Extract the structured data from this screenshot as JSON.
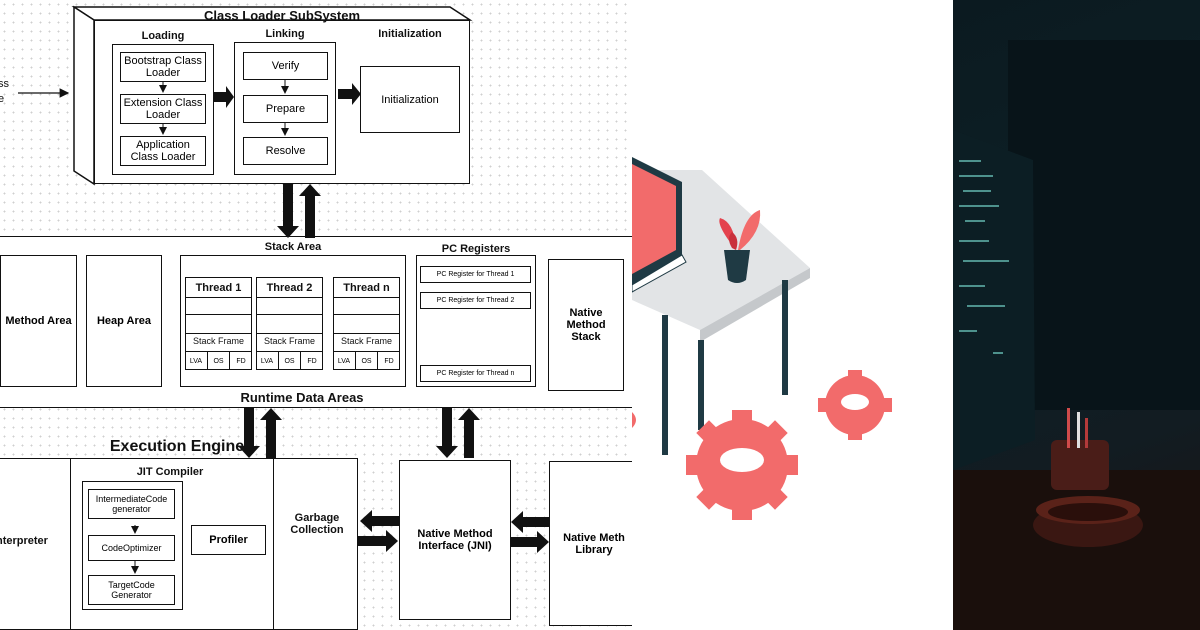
{
  "diagram": {
    "edge_left_label": [
      "ss",
      "e"
    ],
    "class_loader": {
      "title": "Class Loader SubSystem",
      "loading": {
        "label": "Loading",
        "items": [
          "Bootstrap Class Loader",
          "Extension Class Loader",
          "Application Class Loader"
        ]
      },
      "linking": {
        "label": "Linking",
        "items": [
          "Verify",
          "Prepare",
          "Resolve"
        ]
      },
      "initialization": {
        "label": "Initialization",
        "box": "Initialization"
      }
    },
    "runtime": {
      "title": "Runtime Data Areas",
      "method_area": "Method Area",
      "heap_area": "Heap Area",
      "stack_area": {
        "label": "Stack Area",
        "threads": [
          "Thread 1",
          "Thread 2",
          "Thread n"
        ],
        "stack_frame": "Stack Frame",
        "frame_cells": [
          "LVA",
          "OS",
          "FD"
        ]
      },
      "pc_registers": {
        "label": "PC Registers",
        "items": [
          "PC Register for Thread 1",
          "PC Register for Thread 2",
          "PC Register for Thread n"
        ]
      },
      "native_method_stack": "Native Method Stack"
    },
    "execution": {
      "title": "Execution Engine",
      "interpreter": "nterpreter",
      "jit": {
        "label": "JIT Compiler",
        "items": [
          "IntermediateCode generator",
          "CodeOptimizer",
          "TargetCode Generator"
        ],
        "profiler": "Profiler"
      },
      "garbage_collection": "Garbage Collection",
      "jni": "Native Method Interface (JNI)",
      "native_library": "Native Meth Library"
    }
  },
  "illustration": {
    "accent": "#f26b6b",
    "desk": "#e2e4e6",
    "leg": "#1f3a44"
  },
  "photo": {
    "code_color": "#5fb0a8"
  }
}
